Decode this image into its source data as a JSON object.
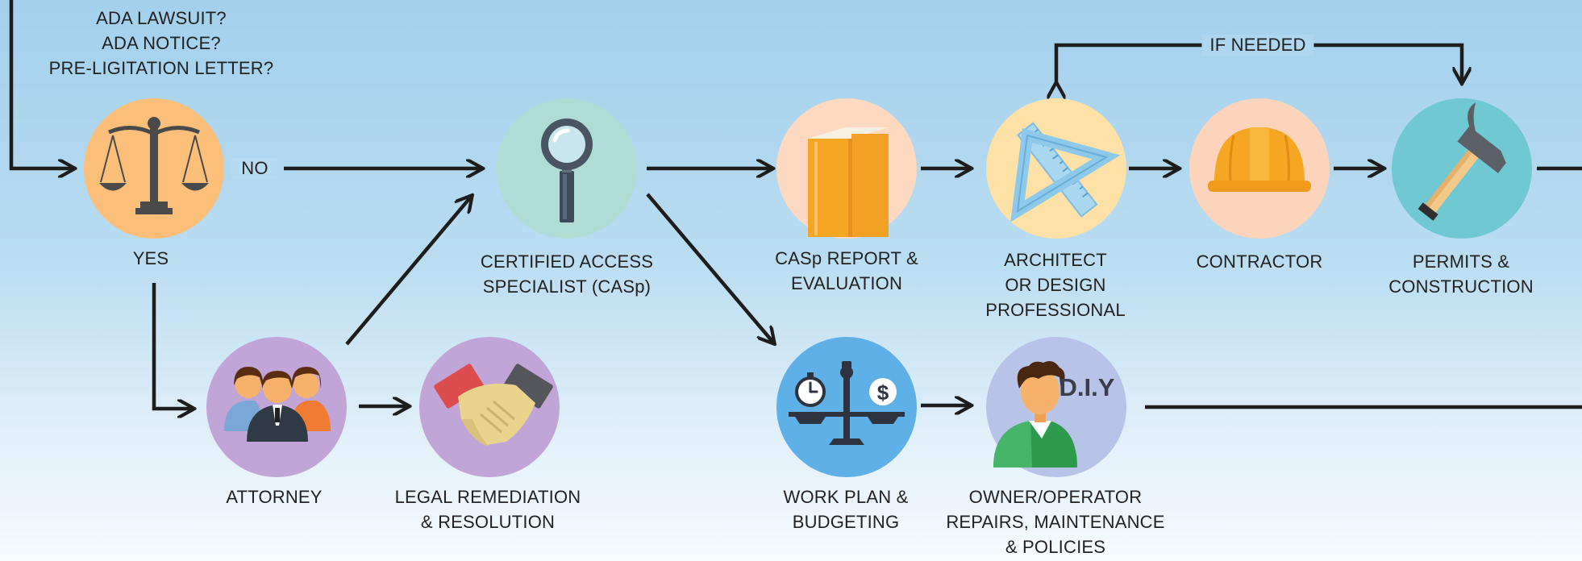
{
  "question_text": "ADA LAWSUIT?\nADA NOTICE?\nPRE-LIGITATION LETTER?",
  "labels": {
    "no": "NO",
    "yes": "YES",
    "if_needed": "IF NEEDED"
  },
  "steps": {
    "casp": "CERTIFIED ACCESS\nSPECIALIST (CASp)",
    "casp_report": "CASp REPORT &\nEVALUATION",
    "architect": "ARCHITECT\nOR DESIGN\nPROFESSIONAL",
    "contractor": "CONTRACTOR",
    "permits": "PERMITS &\nCONSTRUCTION",
    "attorney": "ATTORNEY",
    "legal": "LEGAL REMEDIATION\n& RESOLUTION",
    "work_plan": "WORK PLAN &\nBUDGETING",
    "owner": "OWNER/OPERATOR\nREPAIRS, MAINTENANCE\n& POLICIES"
  },
  "diy_text": "D.I.Y",
  "dollar_symbol": "$",
  "colors": {
    "scales_circle": "#fcbf7a",
    "casp_circle": "#b0dcd6",
    "report_circle": "#fcd9c0",
    "architect_circle": "#fde1a6",
    "contractor_circle": "#fcd4bc",
    "permits_circle": "#6fc8d2",
    "attorney_circle": "#c1a5d6",
    "legal_circle": "#c1a5d6",
    "workplan_circle": "#5eb0e6",
    "owner_circle": "#b7c4e8",
    "arrows": "#1d1d1d"
  },
  "icons": [
    "scales-icon",
    "magnifier-icon",
    "book-icon",
    "drafting-tools-icon",
    "hard-hat-icon",
    "hammer-icon",
    "people-icon",
    "handshake-icon",
    "budget-scale-icon",
    "person-icon"
  ]
}
